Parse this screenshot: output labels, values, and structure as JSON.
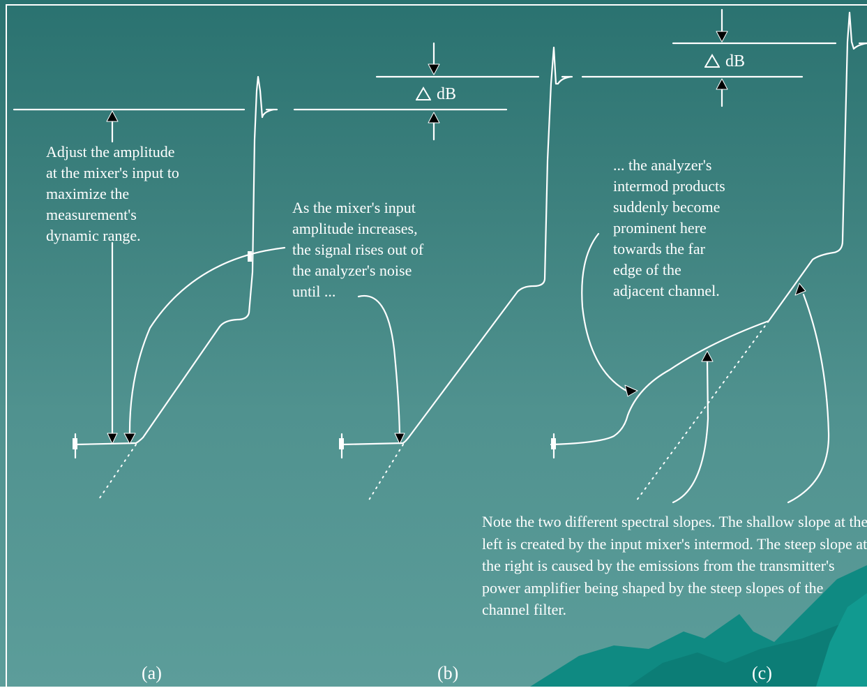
{
  "panels": {
    "a": {
      "label": "(a)",
      "note": "Adjust the amplitude\nat the mixer's input to\nmaximize the\nmeasurement's\ndynamic range."
    },
    "b": {
      "label": "(b)",
      "delta": "dB",
      "note": "As the mixer's input\namplitude increases,\nthe signal rises out of\nthe analyzer's noise\nuntil ..."
    },
    "c": {
      "label": "(c)",
      "delta": "dB",
      "note": "... the analyzer's\nintermod products\nsuddenly become\nprominent here\ntowards the far\nedge of the\nadjacent channel.",
      "footnote": "Note the two different spectral slopes.  The shallow slope at the left is created by the input mixer's intermod.  The steep slope at the right is caused by the emissions from the transmitter's power amplifier being shaped by the steep slopes of the channel filter."
    }
  },
  "colors": {
    "background_top": "#2a7270",
    "background_bottom": "#5c9d9a",
    "ink": "#ffffff",
    "arrowhead": "#000000",
    "rock": "#0f8a82"
  }
}
